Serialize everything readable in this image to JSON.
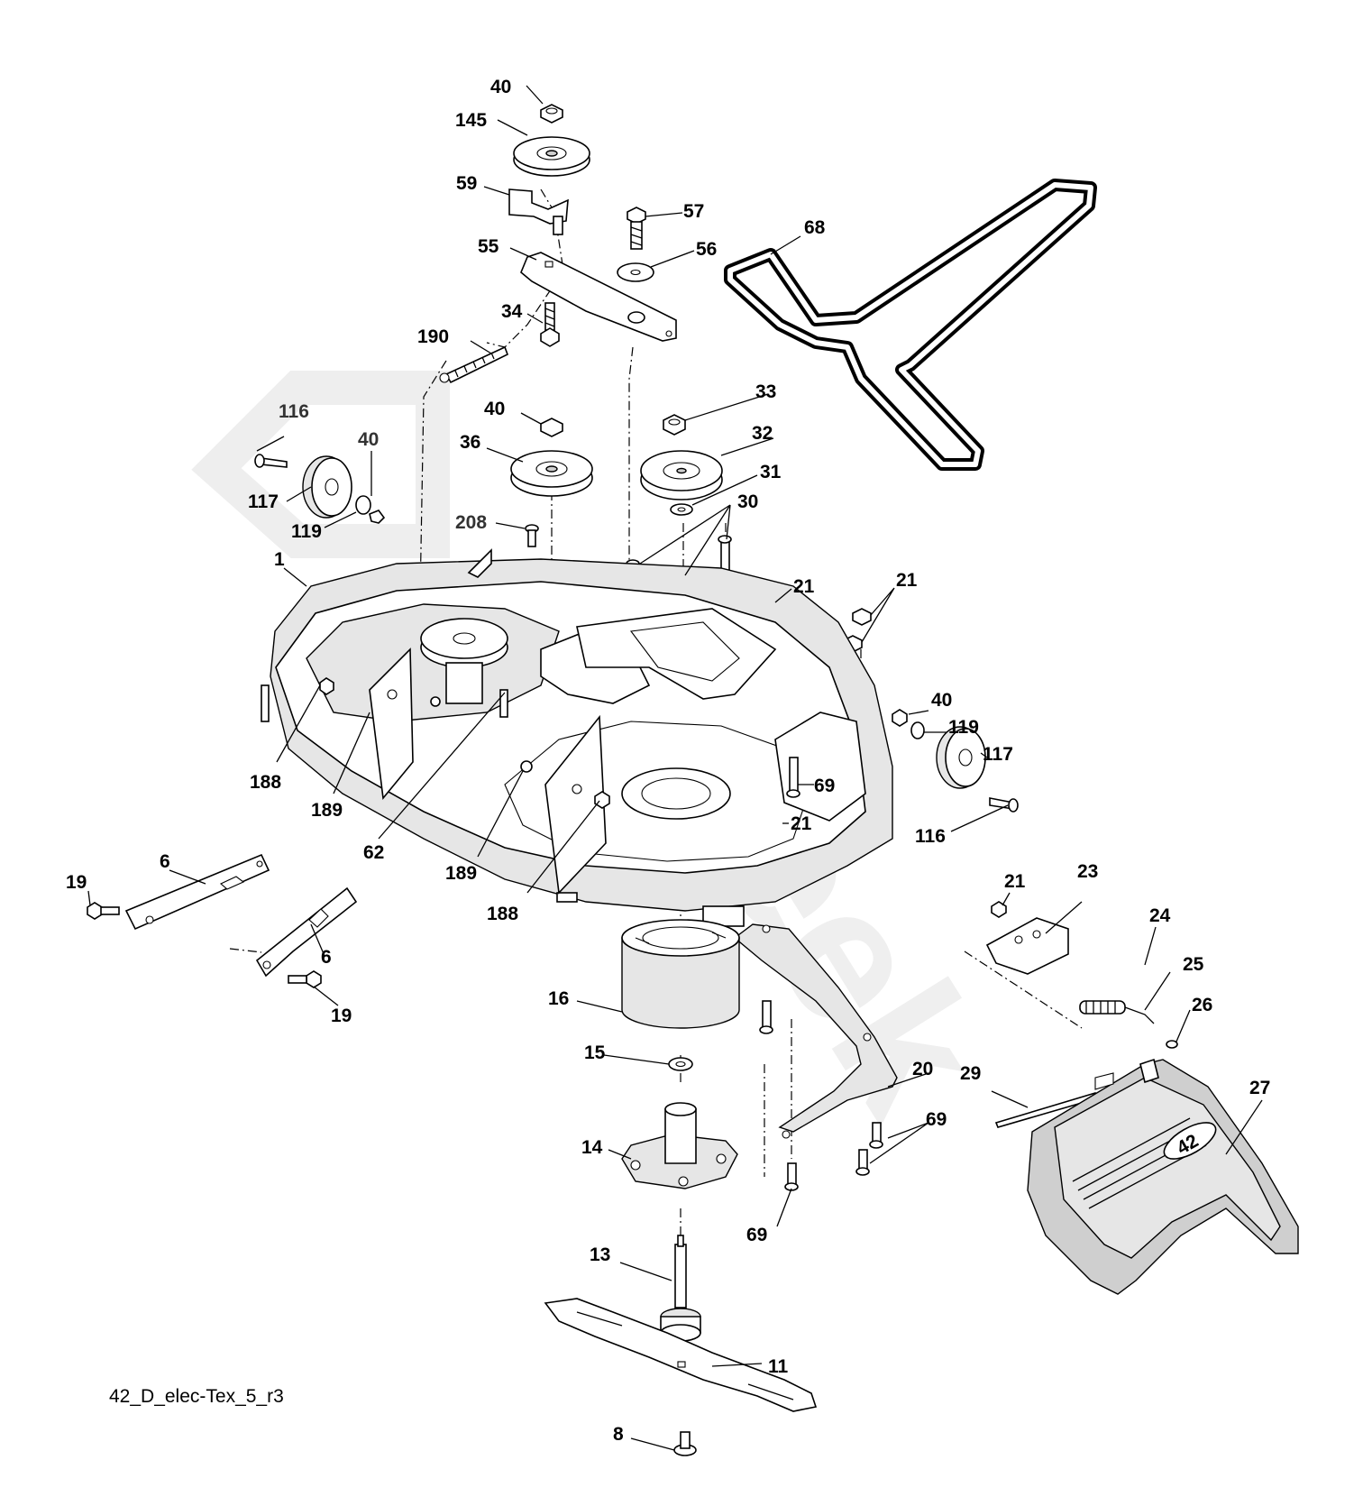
{
  "diagram_code": "42_D_elec-Tex_5_r3",
  "callouts": [
    {
      "id": "40-top",
      "text": "40"
    },
    {
      "id": "145",
      "text": "145"
    },
    {
      "id": "59",
      "text": "59"
    },
    {
      "id": "57",
      "text": "57"
    },
    {
      "id": "56",
      "text": "56"
    },
    {
      "id": "55",
      "text": "55"
    },
    {
      "id": "68",
      "text": "68"
    },
    {
      "id": "34",
      "text": "34"
    },
    {
      "id": "190",
      "text": "190"
    },
    {
      "id": "116-left",
      "text": "116"
    },
    {
      "id": "40-left",
      "text": "40"
    },
    {
      "id": "117-left",
      "text": "117"
    },
    {
      "id": "119-left",
      "text": "119"
    },
    {
      "id": "40-mid",
      "text": "40"
    },
    {
      "id": "36",
      "text": "36"
    },
    {
      "id": "33",
      "text": "33"
    },
    {
      "id": "32",
      "text": "32"
    },
    {
      "id": "31",
      "text": "31"
    },
    {
      "id": "30",
      "text": "30"
    },
    {
      "id": "208",
      "text": "208"
    },
    {
      "id": "1",
      "text": "1"
    },
    {
      "id": "21-a",
      "text": "21"
    },
    {
      "id": "21-b",
      "text": "21"
    },
    {
      "id": "40-right",
      "text": "40"
    },
    {
      "id": "119-right",
      "text": "119"
    },
    {
      "id": "117-right",
      "text": "117"
    },
    {
      "id": "69-a",
      "text": "69"
    },
    {
      "id": "116-right",
      "text": "116"
    },
    {
      "id": "21-c",
      "text": "21"
    },
    {
      "id": "188-left",
      "text": "188"
    },
    {
      "id": "189-left",
      "text": "189"
    },
    {
      "id": "62",
      "text": "62"
    },
    {
      "id": "189-mid",
      "text": "189"
    },
    {
      "id": "188-mid",
      "text": "188"
    },
    {
      "id": "19-left",
      "text": "19"
    },
    {
      "id": "6-top",
      "text": "6"
    },
    {
      "id": "6-bottom",
      "text": "6"
    },
    {
      "id": "19-bottom",
      "text": "19"
    },
    {
      "id": "21-d",
      "text": "21"
    },
    {
      "id": "23",
      "text": "23"
    },
    {
      "id": "24",
      "text": "24"
    },
    {
      "id": "25",
      "text": "25"
    },
    {
      "id": "26",
      "text": "26"
    },
    {
      "id": "16",
      "text": "16"
    },
    {
      "id": "15",
      "text": "15"
    },
    {
      "id": "14",
      "text": "14"
    },
    {
      "id": "20",
      "text": "20"
    },
    {
      "id": "29",
      "text": "29"
    },
    {
      "id": "27",
      "text": "27"
    },
    {
      "id": "69-b",
      "text": "69"
    },
    {
      "id": "69-c",
      "text": "69"
    },
    {
      "id": "13",
      "text": "13"
    },
    {
      "id": "11",
      "text": "11"
    },
    {
      "id": "8",
      "text": "8"
    }
  ],
  "chute_badge": "42"
}
